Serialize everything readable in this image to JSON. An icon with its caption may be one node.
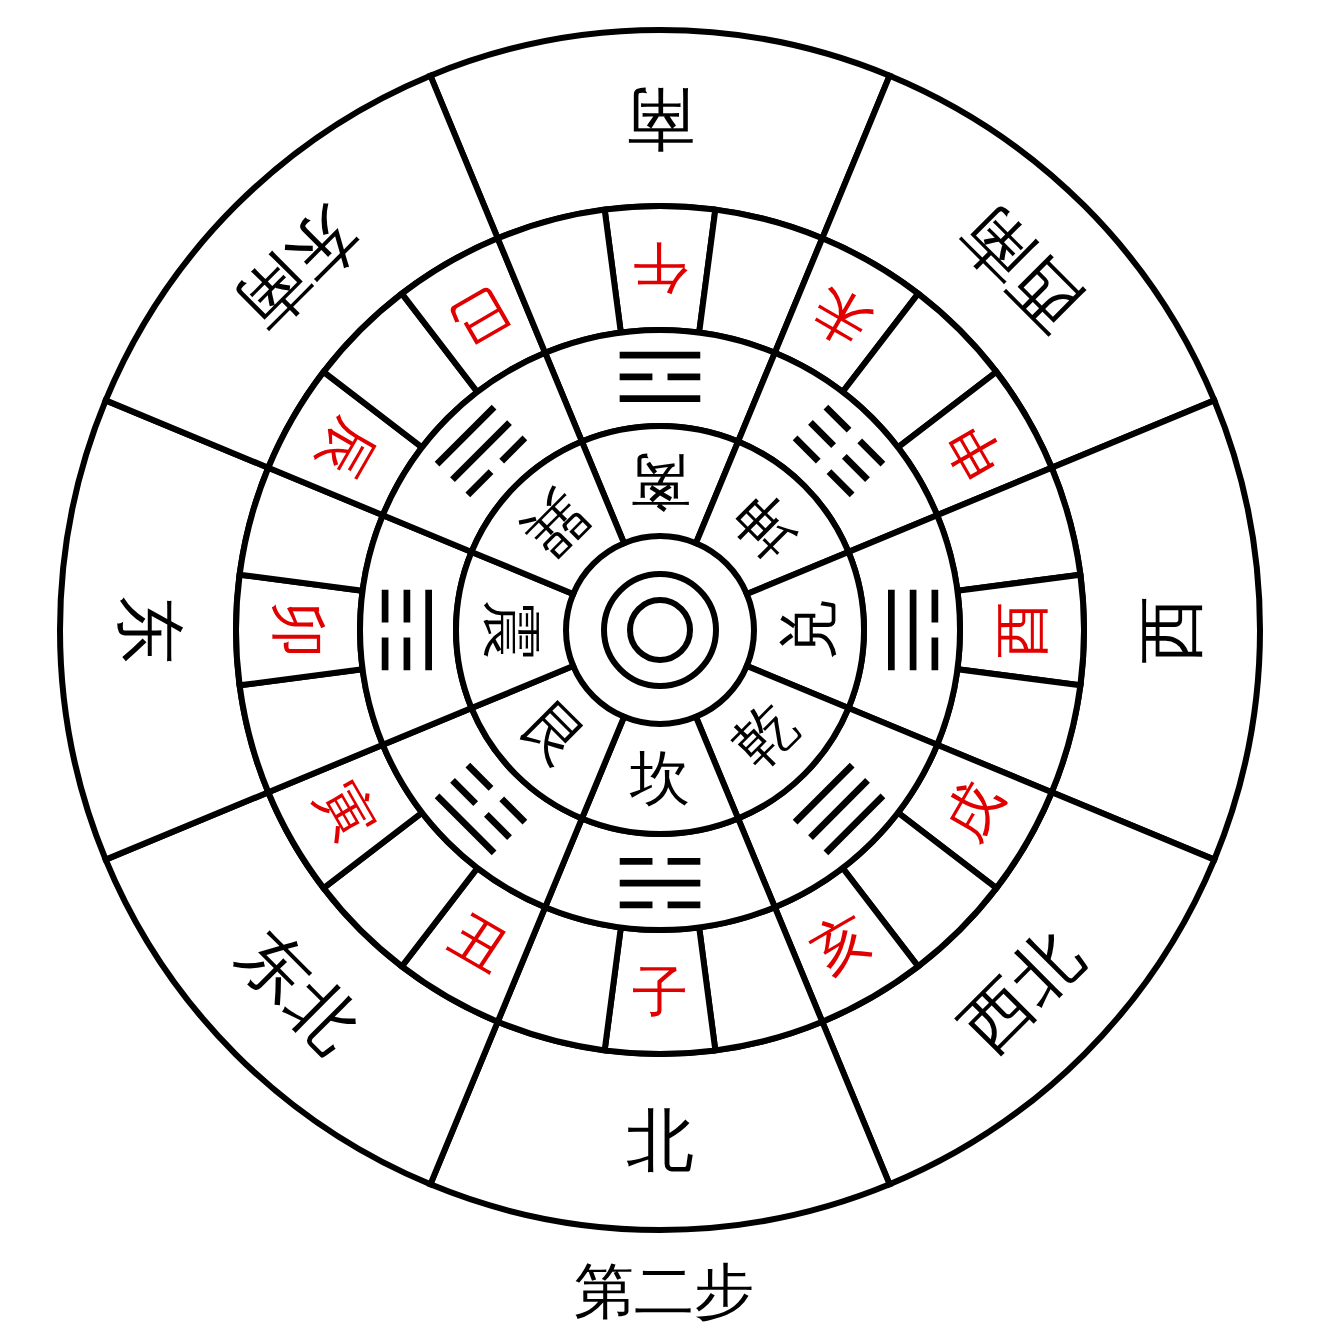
{
  "diagram": {
    "caption": "第二步",
    "nodes": [
      {
        "text": [
          "南"
        ]
      },
      {
        "text": [
          "西南"
        ]
      },
      {
        "text": [
          "西"
        ]
      },
      {
        "text": [
          "西北"
        ]
      },
      {
        "text": [
          "北"
        ]
      },
      {
        "text": [
          "东北"
        ]
      },
      {
        "text": [
          "东"
        ]
      },
      {
        "text": [
          "东南"
        ]
      },
      {
        "text": [
          "午"
        ]
      },
      {
        "text": [],
        "shape": "sector"
      },
      {
        "text": [
          "未"
        ]
      },
      {
        "text": [],
        "shape": "sector"
      },
      {
        "text": [
          "申"
        ]
      },
      {
        "text": [],
        "shape": "sector"
      },
      {
        "text": [
          "酉"
        ]
      },
      {
        "text": [],
        "shape": "sector"
      },
      {
        "text": [
          "戌"
        ]
      },
      {
        "text": [],
        "shape": "sector"
      },
      {
        "text": [
          "亥"
        ]
      },
      {
        "text": [],
        "shape": "sector"
      },
      {
        "text": [
          "子"
        ]
      },
      {
        "text": [],
        "shape": "sector"
      },
      {
        "text": [
          "丑"
        ]
      },
      {
        "text": [],
        "shape": "sector"
      },
      {
        "text": [
          "寅"
        ]
      },
      {
        "text": [],
        "shape": "sector"
      },
      {
        "text": [
          "卯"
        ]
      },
      {
        "text": [],
        "shape": "sector"
      },
      {
        "text": [
          "辰"
        ]
      },
      {
        "text": [],
        "shape": "sector"
      },
      {
        "text": [
          "巳"
        ]
      },
      {
        "text": [],
        "shape": "sector"
      },
      {
        "text": [
          "☲"
        ]
      },
      {
        "text": [
          "☷"
        ]
      },
      {
        "text": [
          "☱"
        ]
      },
      {
        "text": [
          "☰"
        ]
      },
      {
        "text": [
          "☵"
        ]
      },
      {
        "text": [
          "☶"
        ]
      },
      {
        "text": [
          "☳"
        ]
      },
      {
        "text": [
          "☴"
        ]
      },
      {
        "text": [
          "离"
        ]
      },
      {
        "text": [
          "坤"
        ]
      },
      {
        "text": [
          "兑"
        ]
      },
      {
        "text": [
          "乾"
        ]
      },
      {
        "text": [
          "坎"
        ]
      },
      {
        "text": [
          "艮"
        ]
      },
      {
        "text": [
          "震"
        ]
      },
      {
        "text": [
          "巽"
        ]
      }
    ]
  }
}
